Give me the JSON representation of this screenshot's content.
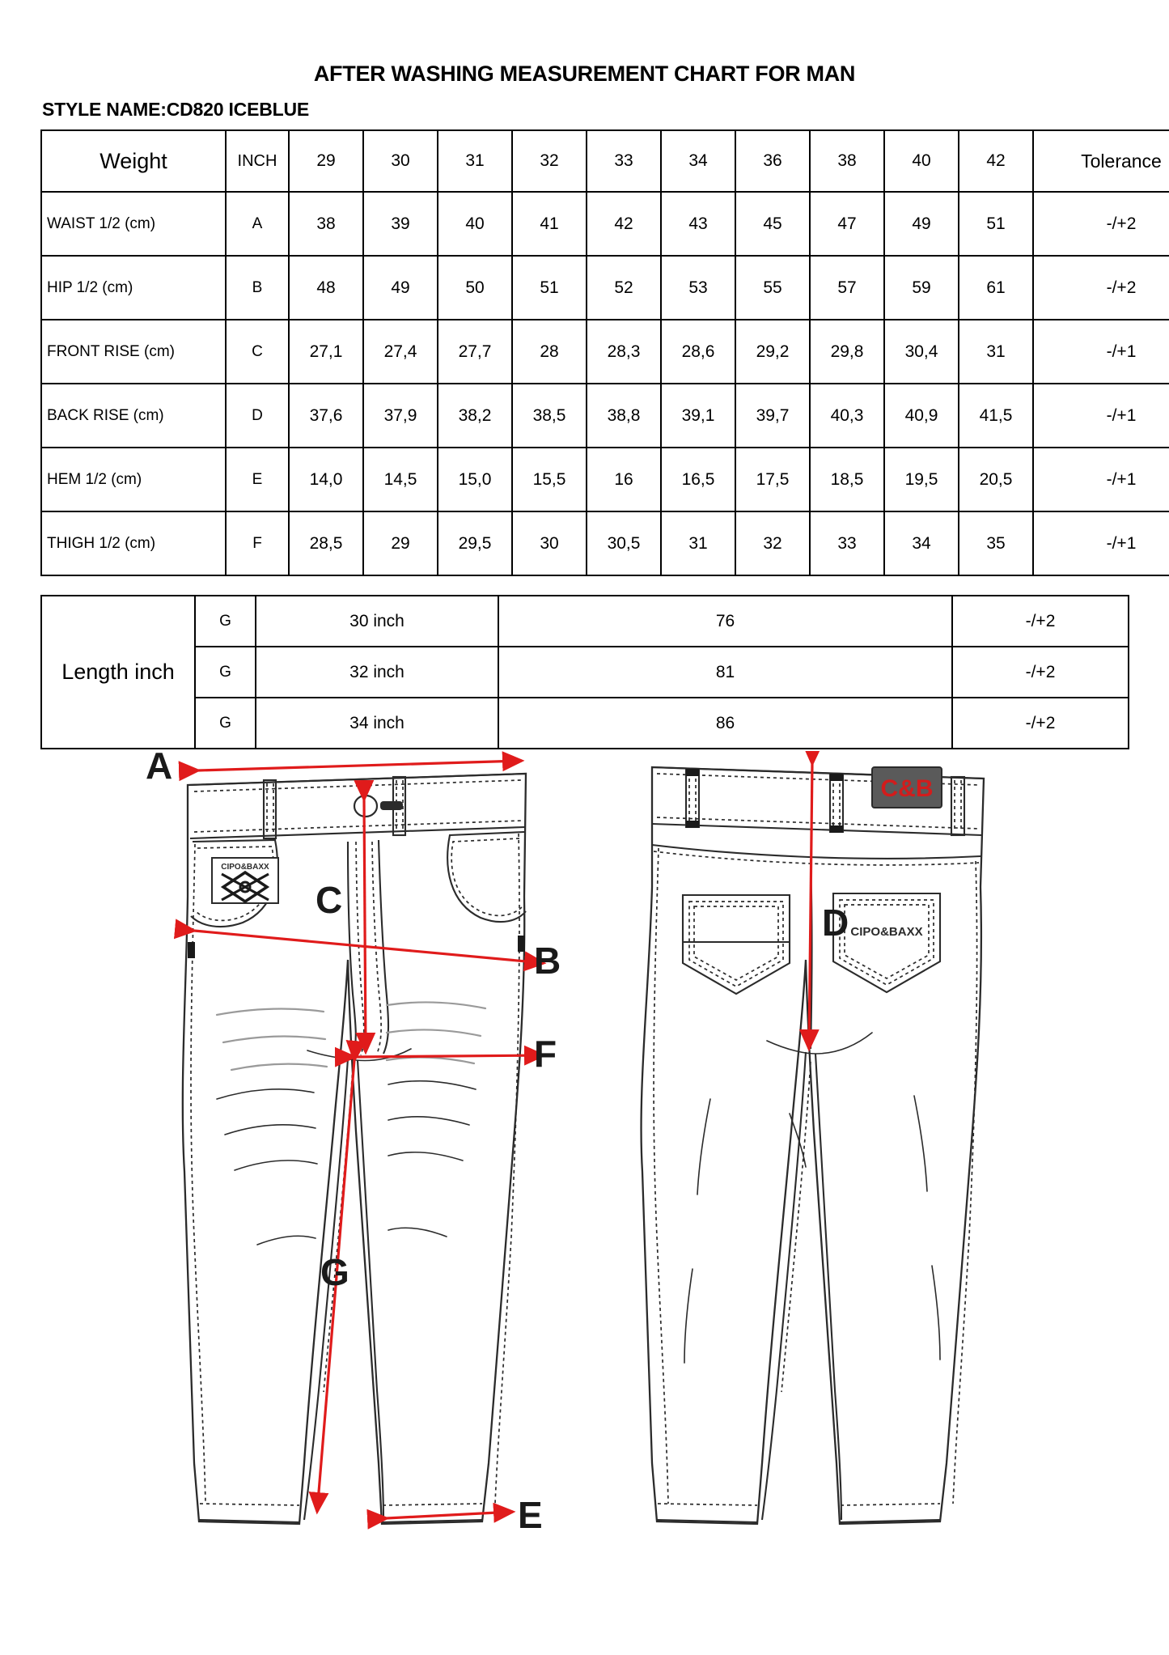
{
  "document": {
    "title": "AFTER WASHING MEASUREMENT CHART FOR MAN",
    "style_name": "STYLE NAME:CD820 ICEBLUE"
  },
  "main_table": {
    "header": {
      "label": "Weight",
      "code": "INCH",
      "sizes": [
        "29",
        "30",
        "31",
        "32",
        "33",
        "34",
        "36",
        "38",
        "40",
        "42"
      ],
      "tolerance": "Tolerance"
    },
    "rows": [
      {
        "label": "WAIST 1/2 (cm)",
        "code": "A",
        "values": [
          "38",
          "39",
          "40",
          "41",
          "42",
          "43",
          "45",
          "47",
          "49",
          "51"
        ],
        "tolerance": "-/+2"
      },
      {
        "label": "HIP 1/2 (cm)",
        "code": "B",
        "values": [
          "48",
          "49",
          "50",
          "51",
          "52",
          "53",
          "55",
          "57",
          "59",
          "61"
        ],
        "tolerance": "-/+2"
      },
      {
        "label": "FRONT RISE (cm)",
        "code": "C",
        "values": [
          "27,1",
          "27,4",
          "27,7",
          "28",
          "28,3",
          "28,6",
          "29,2",
          "29,8",
          "30,4",
          "31"
        ],
        "tolerance": "-/+1"
      },
      {
        "label": "BACK RISE (cm)",
        "code": "D",
        "values": [
          "37,6",
          "37,9",
          "38,2",
          "38,5",
          "38,8",
          "39,1",
          "39,7",
          "40,3",
          "40,9",
          "41,5"
        ],
        "tolerance": "-/+1"
      },
      {
        "label": "HEM 1/2  (cm)",
        "code": "E",
        "values": [
          "14,0",
          "14,5",
          "15,0",
          "15,5",
          "16",
          "16,5",
          "17,5",
          "18,5",
          "19,5",
          "20,5"
        ],
        "tolerance": "-/+1"
      },
      {
        "label": "THIGH 1/2 (cm)",
        "code": "F",
        "values": [
          "28,5",
          "29",
          "29,5",
          "30",
          "30,5",
          "31",
          "32",
          "33",
          "34",
          "35"
        ],
        "tolerance": "-/+1"
      }
    ]
  },
  "length_table": {
    "title": "Length inch",
    "rows": [
      {
        "code": "G",
        "inch": "30 inch",
        "value": "76",
        "tolerance": "-/+2"
      },
      {
        "code": "G",
        "inch": "32 inch",
        "value": "81",
        "tolerance": "-/+2"
      },
      {
        "code": "G",
        "inch": "34 inch",
        "value": "86",
        "tolerance": "-/+2"
      }
    ]
  },
  "diagram": {
    "front_labels": {
      "waist": "A",
      "front_rise": "C",
      "hip": "B",
      "thigh": "F",
      "length": "G",
      "hem": "E"
    },
    "back_labels": {
      "back_rise": "D"
    },
    "brand_patch": "C&B",
    "pocket_brand": "CIPO&BAXX",
    "front_pocket_brand": "CIPO&BAXX",
    "accent_color": "#e01b1b"
  }
}
